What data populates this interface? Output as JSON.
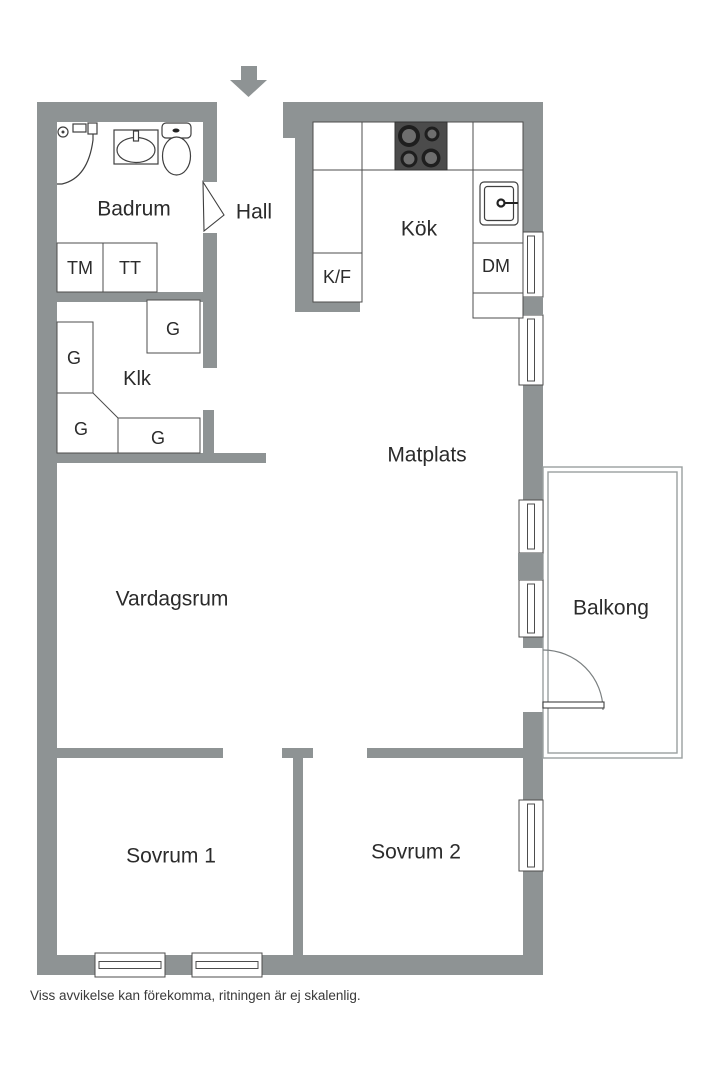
{
  "page": {
    "type": "floor-plan",
    "footer_note": "Viss avvikelse kan förekomma, ritningen är ej skalenlig."
  },
  "colors": {
    "wall": "#8e9394",
    "outline": "#4d4d4d",
    "fixture": "#3f3f3f",
    "stove": "#4b4b4b",
    "burner": "#1e1e1e",
    "burnerInner": "#6e6e6e",
    "railing": "#9aa0a0",
    "text": "#2b2b2b",
    "footerText": "#3a3a3a",
    "floor": "#ffffff"
  },
  "rooms": {
    "badrum": {
      "label": "Badrum"
    },
    "hall": {
      "label": "Hall"
    },
    "kok": {
      "label": "Kök"
    },
    "klk": {
      "label": "Klk"
    },
    "matplats": {
      "label": "Matplats"
    },
    "vardagsrum": {
      "label": "Vardagsrum"
    },
    "balkong": {
      "label": "Balkong"
    },
    "sovrum1": {
      "label": "Sovrum 1"
    },
    "sovrum2": {
      "label": "Sovrum 2"
    }
  },
  "appliances": {
    "tm": {
      "label": "TM"
    },
    "tt": {
      "label": "TT"
    },
    "kf": {
      "label": "K/F"
    },
    "dm": {
      "label": "DM"
    },
    "g": {
      "label": "G"
    }
  }
}
